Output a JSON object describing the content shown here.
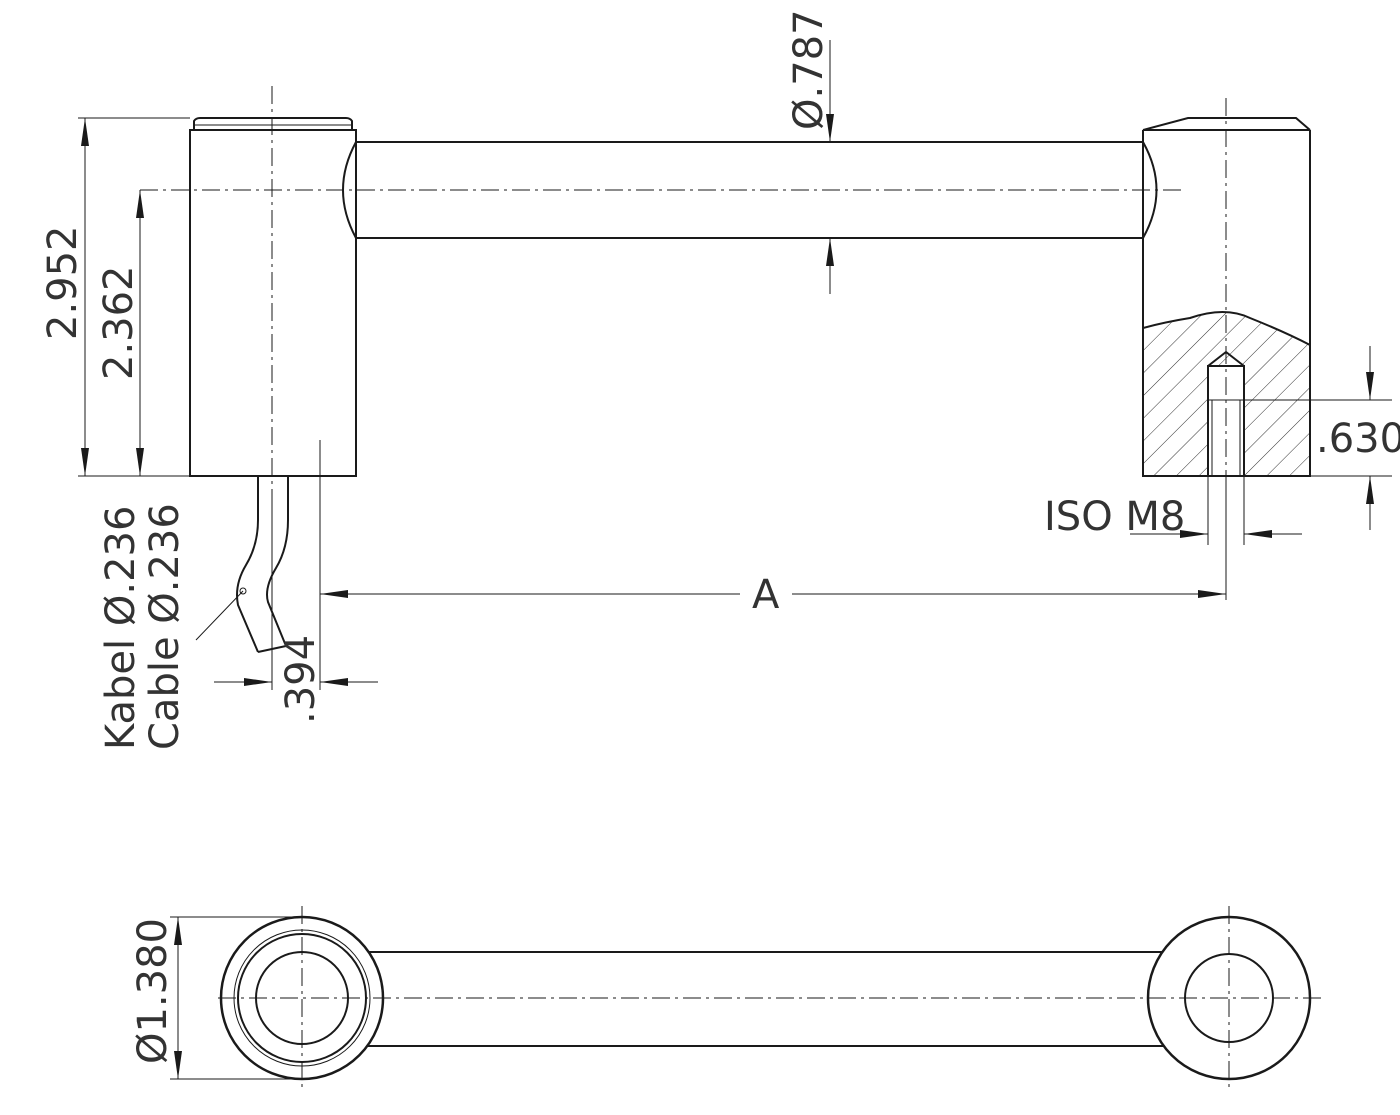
{
  "dimensions": {
    "diameter_bar": "Ø.787",
    "height_total": "2.952",
    "height_axis": "2.362",
    "depth_thread": ".630",
    "thread": "ISO M8",
    "length": "A",
    "cable_offset": ".394",
    "cable_de": "Kabel Ø.236",
    "cable_en": "Cable Ø.236",
    "diameter_head": "Ø1.380"
  },
  "colors": {
    "line": "#1a1a1a",
    "text": "#333333",
    "background": "#ffffff"
  }
}
